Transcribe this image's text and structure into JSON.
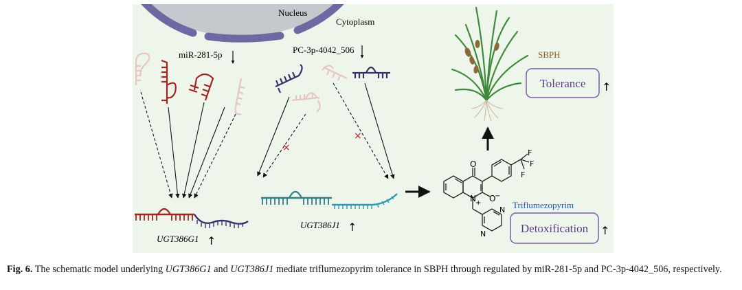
{
  "labels": {
    "nucleus": "Nucleus",
    "cytoplasm": "Cytoplasm",
    "mir_281": "miR-281-5p",
    "pc_3p": "PC-3p-4042_506",
    "gene1": "UGT386G1",
    "gene2": "UGT386J1",
    "sbph": "SBPH",
    "tolerance": "Tolerance",
    "compound": "Triflumezopyrim",
    "detox": "Detoxification",
    "atom_O_top": "O",
    "atom_O_minus": "O",
    "atom_minus": "−",
    "atom_N_plus": "N",
    "atom_plus": "+",
    "atom_N_pyr1": "N",
    "atom_N_pyr2": "N",
    "atom_F1": "F",
    "atom_F2": "F",
    "atom_F3": "F",
    "arrow_down": "↓",
    "arrow_up": "↑",
    "cross": "×"
  },
  "colors": {
    "panel_bg": "#eef6ec",
    "nucleus_fill": "#c5c8cc",
    "nucleus_membrane": "#6b6aa2",
    "mirna_red": "#a3241f",
    "mirna_pale": "#e8c4c4",
    "mirna_dark": "#3a2f6a",
    "mrna_green": "#2f7f86",
    "mrna_teal": "#2f97b0",
    "box_border": "#7c5aa8",
    "box_text": "#5b3c8a",
    "sbph_text": "#8a5a1a",
    "compound_text": "#1f56b8",
    "plant_green": "#3e8a3a"
  },
  "caption": {
    "fig": "Fig. 6.",
    "p1": " The schematic model underlying ",
    "g1": "UGT386G1",
    "p2": " and ",
    "g2": "UGT386J1",
    "p3": " mediate triflumezopyrim tolerance in SBPH through regulated by miR-281-5p and PC-3p-4042_506, respectively."
  }
}
